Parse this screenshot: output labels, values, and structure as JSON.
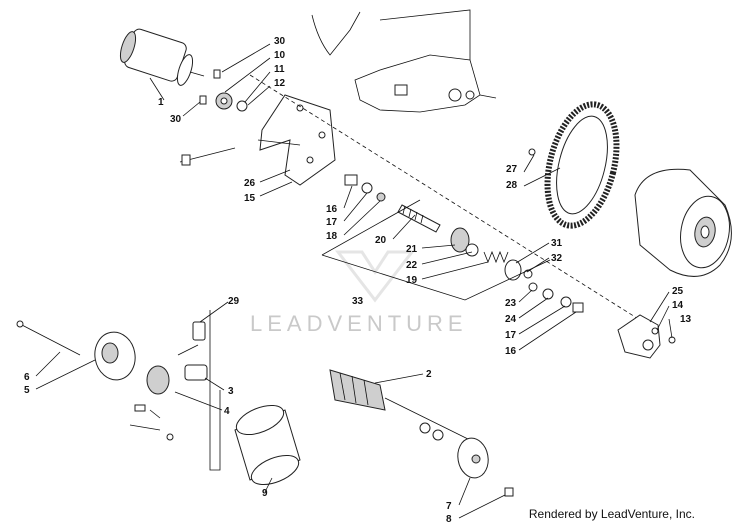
{
  "diagram": {
    "watermark": "LEADVENTURE",
    "footer": "Rendered by LeadVenture, Inc.",
    "callouts": [
      {
        "id": "c30a",
        "text": "30"
      },
      {
        "id": "c10",
        "text": "10"
      },
      {
        "id": "c11",
        "text": "11"
      },
      {
        "id": "c12",
        "text": "12"
      },
      {
        "id": "c1",
        "text": "1"
      },
      {
        "id": "c30b",
        "text": "30"
      },
      {
        "id": "c26",
        "text": "26"
      },
      {
        "id": "c15",
        "text": "15"
      },
      {
        "id": "c16a",
        "text": "16"
      },
      {
        "id": "c17a",
        "text": "17"
      },
      {
        "id": "c18",
        "text": "18"
      },
      {
        "id": "c20",
        "text": "20"
      },
      {
        "id": "c21",
        "text": "21"
      },
      {
        "id": "c22",
        "text": "22"
      },
      {
        "id": "c19",
        "text": "19"
      },
      {
        "id": "c33",
        "text": "33"
      },
      {
        "id": "c27",
        "text": "27"
      },
      {
        "id": "c28",
        "text": "28"
      },
      {
        "id": "c31",
        "text": "31"
      },
      {
        "id": "c32",
        "text": "32"
      },
      {
        "id": "c23",
        "text": "23"
      },
      {
        "id": "c24",
        "text": "24"
      },
      {
        "id": "c17b",
        "text": "17"
      },
      {
        "id": "c16b",
        "text": "16"
      },
      {
        "id": "c25",
        "text": "25"
      },
      {
        "id": "c14",
        "text": "14"
      },
      {
        "id": "c13",
        "text": "13"
      },
      {
        "id": "c29",
        "text": "29"
      },
      {
        "id": "c6",
        "text": "6"
      },
      {
        "id": "c5",
        "text": "5"
      },
      {
        "id": "c3",
        "text": "3"
      },
      {
        "id": "c4",
        "text": "4"
      },
      {
        "id": "c2",
        "text": "2"
      },
      {
        "id": "c9",
        "text": "9"
      },
      {
        "id": "c7",
        "text": "7"
      },
      {
        "id": "c8",
        "text": "8"
      }
    ]
  }
}
